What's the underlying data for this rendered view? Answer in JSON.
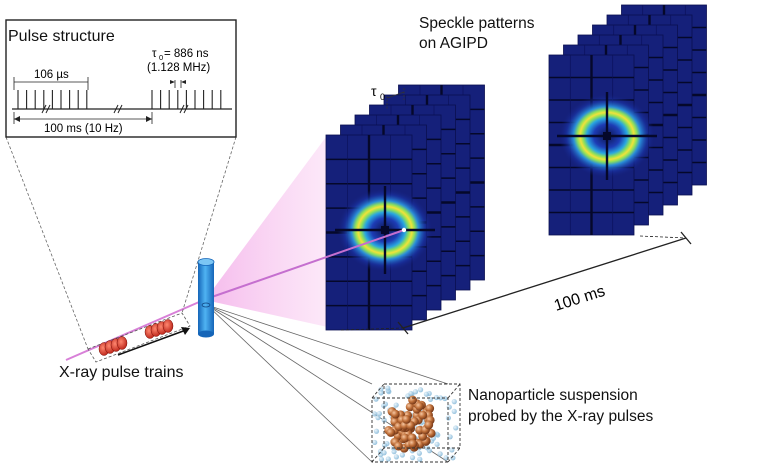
{
  "pulse_structure": {
    "title": "Pulse structure",
    "train_length": "106 µs",
    "tau_symbol": "τ",
    "tau_sub": "0",
    "tau_value": "= 886 ns",
    "rep_rate": "(1.128 MHz)",
    "period": "100 ms (10 Hz)"
  },
  "detector": {
    "label": "Speckle patterns\non AGIPD",
    "tau_symbol": "τ",
    "tau_sub": "0",
    "interval": "100 ms"
  },
  "beam": {
    "label": "X-ray pulse trains"
  },
  "sample": {
    "label": "Nanoparticle suspension\nprobed by the X-ray pulses"
  },
  "colors": {
    "beam": "#d880d8",
    "bunch": "#e03020",
    "capillary": "#2a8fd6",
    "detector": "#15207a",
    "ring": "#7ad23a",
    "particle": "#b5622e",
    "solvent": "#9ecbe6"
  }
}
